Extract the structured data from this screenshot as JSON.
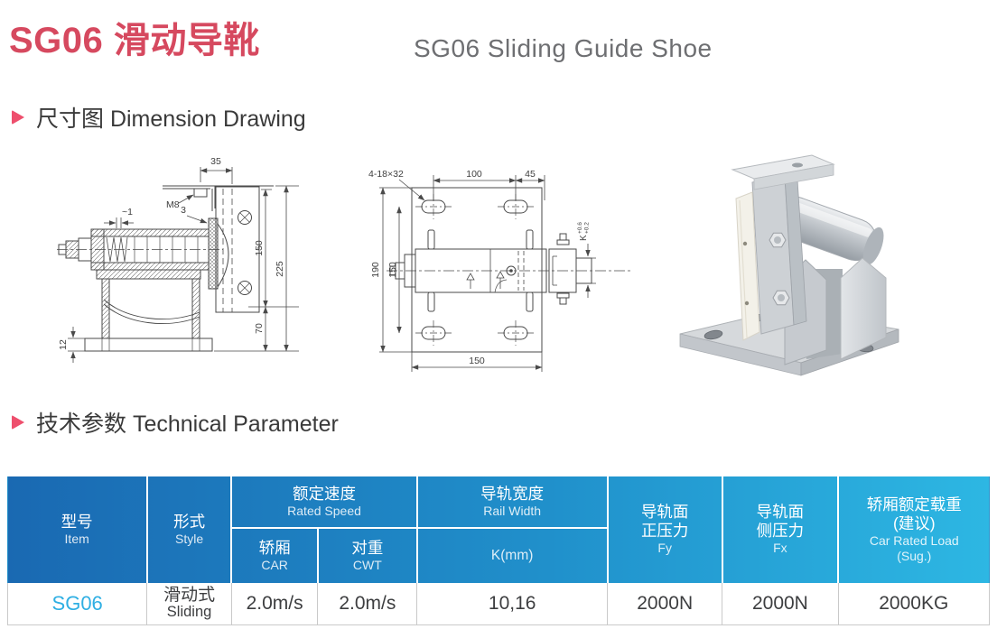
{
  "page": {
    "title_zh": "SG06 滑动导靴",
    "title_en": "SG06 Sliding Guide Shoe"
  },
  "sections": {
    "dimension": "尺寸图 Dimension Drawing",
    "technical": "技术参数 Technical Parameter"
  },
  "drawings": {
    "side_view": {
      "d35": "35",
      "m8": "M8",
      "t1": "~1",
      "d3": "3",
      "d150": "150",
      "d225": "225",
      "d70": "70",
      "d12": "12"
    },
    "top_view": {
      "slot": "4-18×32",
      "d100": "100",
      "d45": "45",
      "d190": "190",
      "d150_inner": "150",
      "d150_bottom": "150",
      "k": "K",
      "k_tol_upper": "+0.6",
      "k_tol_lower": "+0.2"
    }
  },
  "table": {
    "header": {
      "item": {
        "zh": "型号",
        "en": "Item"
      },
      "style": {
        "zh": "形式",
        "en": "Style"
      },
      "rated_speed": {
        "zh": "额定速度",
        "en": "Rated Speed"
      },
      "car": {
        "zh": "轿厢",
        "en": "CAR"
      },
      "cwt": {
        "zh": "对重",
        "en": "CWT"
      },
      "rail_width": {
        "zh": "导轨宽度",
        "en": "Rail Width"
      },
      "k_mm": "K(mm)",
      "fy": {
        "zh1": "导轨面",
        "zh2": "正压力",
        "en": "Fy"
      },
      "fx": {
        "zh1": "导轨面",
        "zh2": "侧压力",
        "en": "Fx"
      },
      "load": {
        "zh1": "轿厢额定载重",
        "zh2": "(建议)",
        "en1": "Car Rated Load",
        "en2": "(Sug.)"
      }
    },
    "rows": [
      {
        "item": "SG06",
        "style_zh": "滑动式",
        "style_en": "Sliding",
        "car": "2.0m/s",
        "cwt": "2.0m/s",
        "k": "10,16",
        "fy": "2000N",
        "fx": "2000N",
        "load": "2000KG"
      }
    ]
  },
  "colors": {
    "accent_red": "#d6495f",
    "bullet_pink": "#ee4f6d",
    "header_blue_left": "#1a69b2",
    "header_blue_right": "#2db7e3",
    "item_cyan": "#2fafe3",
    "subtitle_gray": "#6e6f72",
    "body_text": "#3d3e40"
  }
}
